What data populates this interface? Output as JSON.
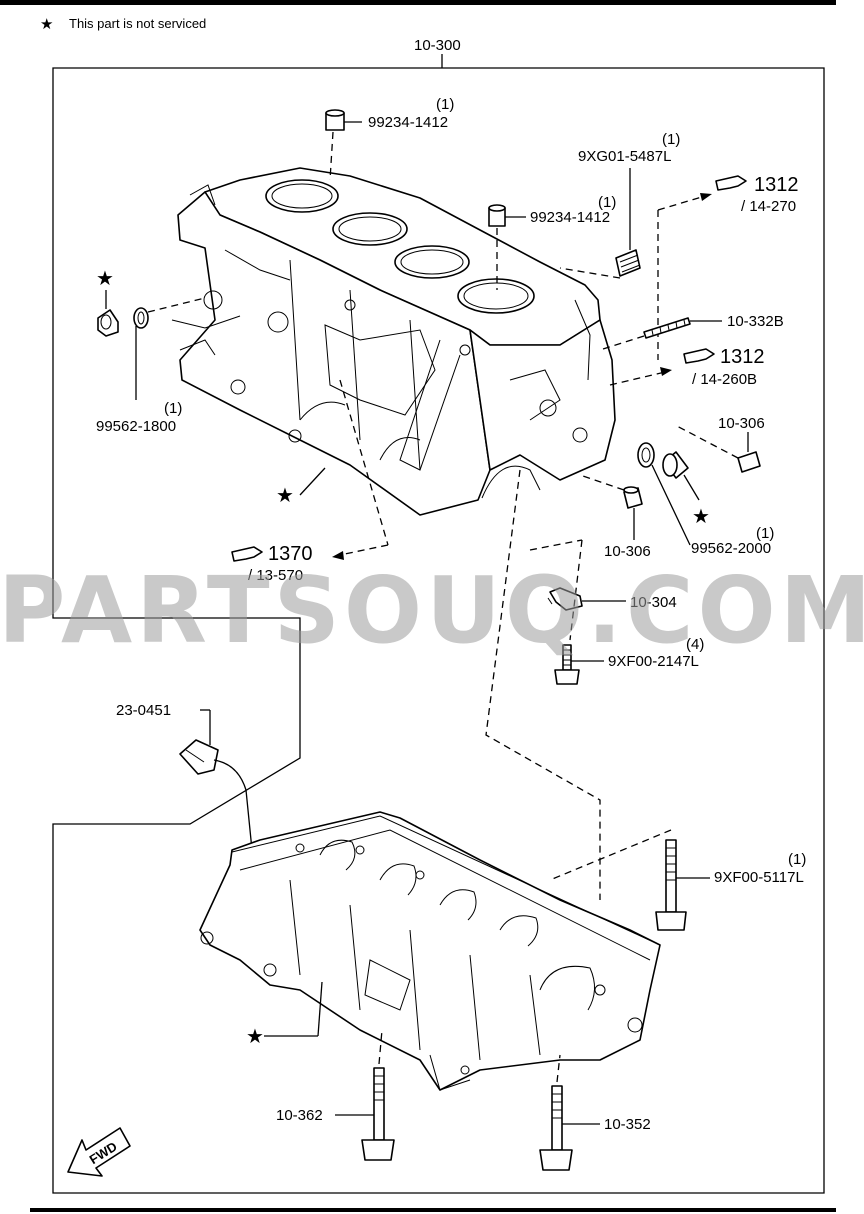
{
  "legend": {
    "star_symbol": "★",
    "note": "This part is not serviced"
  },
  "labels": {
    "assembly": "10-300",
    "dowel_top": "99234-1412",
    "dowel_top_qty": "(1)",
    "dowel_mid": "99234-1412",
    "dowel_mid_qty": "(1)",
    "plug_top": "9XG01-5487L",
    "plug_top_qty": "(1)",
    "ref_1312_a": "1312",
    "ref_1312_a_sub": "/ 14-270",
    "stud": "10-332B",
    "ref_1312_b": "1312",
    "ref_1312_b_sub": "/ 14-260B",
    "plug_right": "10-306",
    "oring_left": "99562-1800",
    "oring_left_qty": "(1)",
    "oring_right": "99562-2000",
    "oring_right_qty": "(1)",
    "plug_lower": "10-306",
    "ref_1370": "1370",
    "ref_1370_sub": "/ 13-570",
    "bracket": "10-304",
    "bolt_small": "9XF00-2147L",
    "bolt_small_qty": "(4)",
    "sensor": "23-0451",
    "main_bolt": "9XF00-5117L",
    "main_bolt_qty": "(1)",
    "bolt_10362": "10-362",
    "bolt_10352": "10-352",
    "fwd": "FWD"
  },
  "watermark": "PARTSOUQ.COM",
  "colors": {
    "line": "#000000",
    "watermark": "#9c9c9c",
    "background": "#ffffff"
  }
}
